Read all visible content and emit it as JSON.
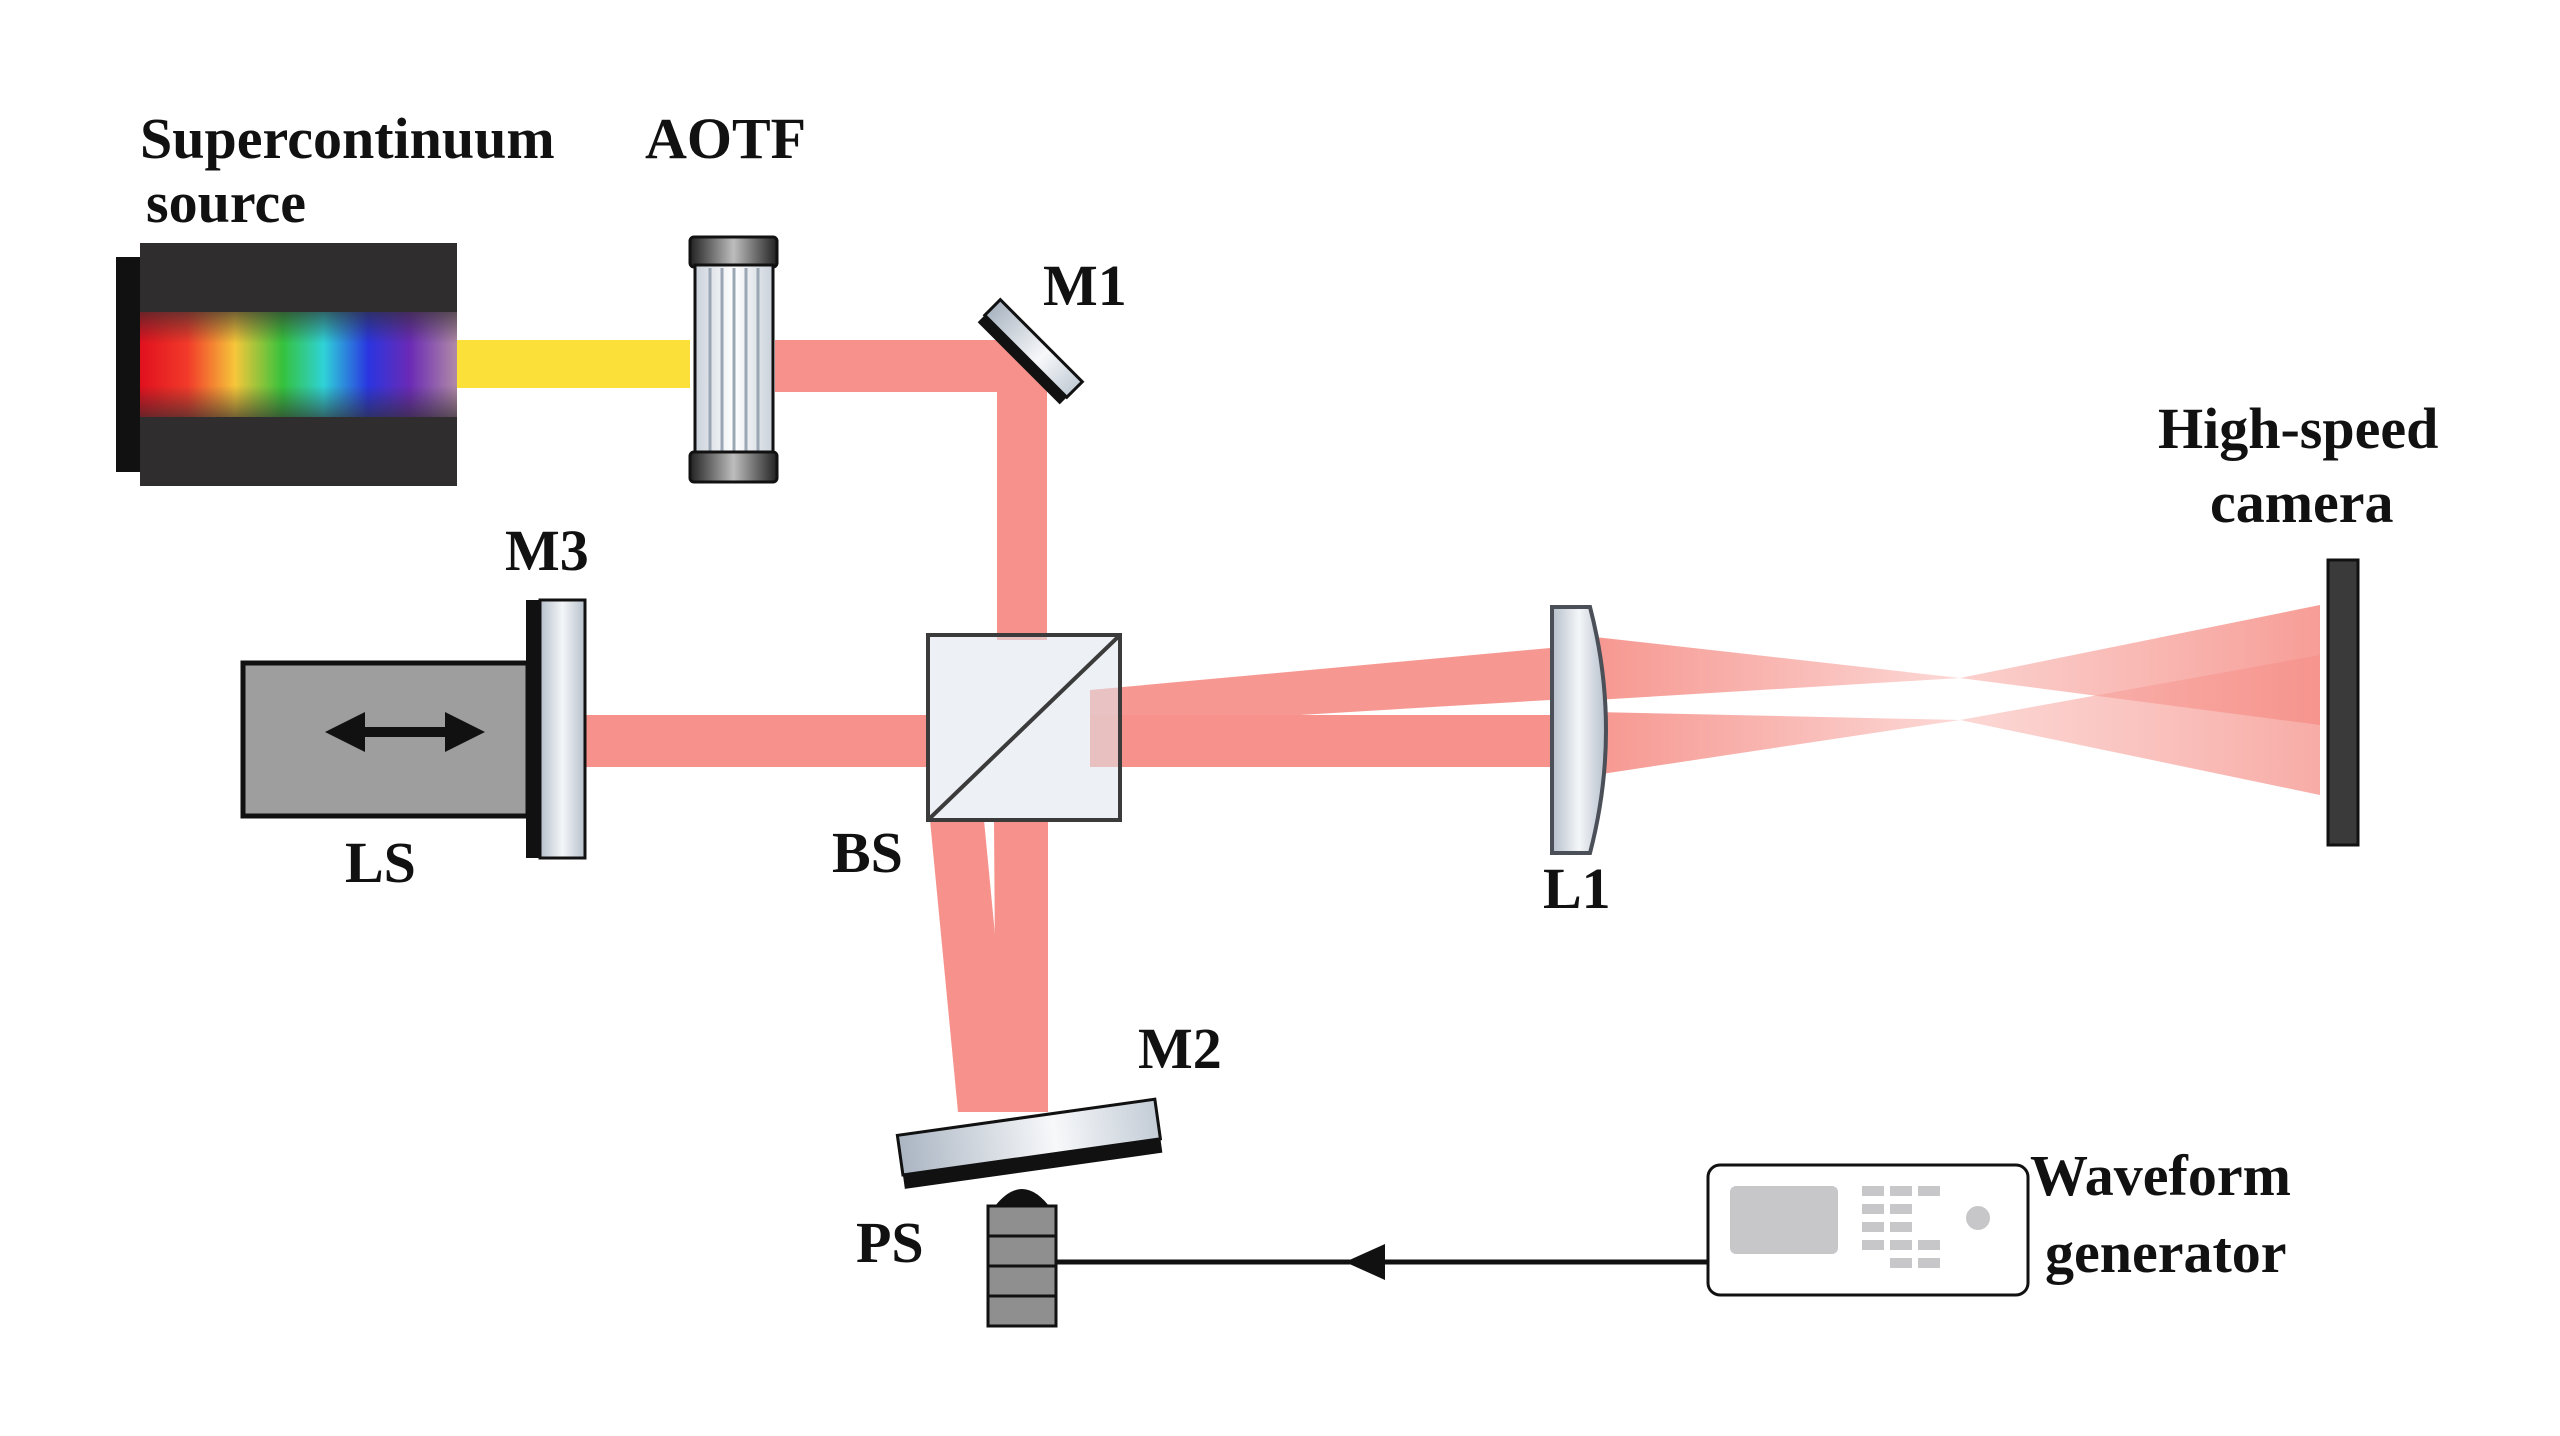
{
  "labels": {
    "source_line1": "Supercontinuum",
    "source_line2": "source",
    "aotf": "AOTF",
    "m1": "M1",
    "m2": "M2",
    "m3": "M3",
    "ls": "LS",
    "bs": "BS",
    "l1": "L1",
    "ps": "PS",
    "camera_line1": "High-speed",
    "camera_line2": "camera",
    "waveform_line1": "Waveform",
    "waveform_line2": "generator"
  },
  "colors": {
    "beam": "#f6928b",
    "beam_light": "#fac5c1",
    "white_light_beam": "#fbe03a",
    "source_body": "#2f2d2e",
    "stage_gray": "#9e9e9e",
    "camera_sensor": "#3a3a3a"
  }
}
